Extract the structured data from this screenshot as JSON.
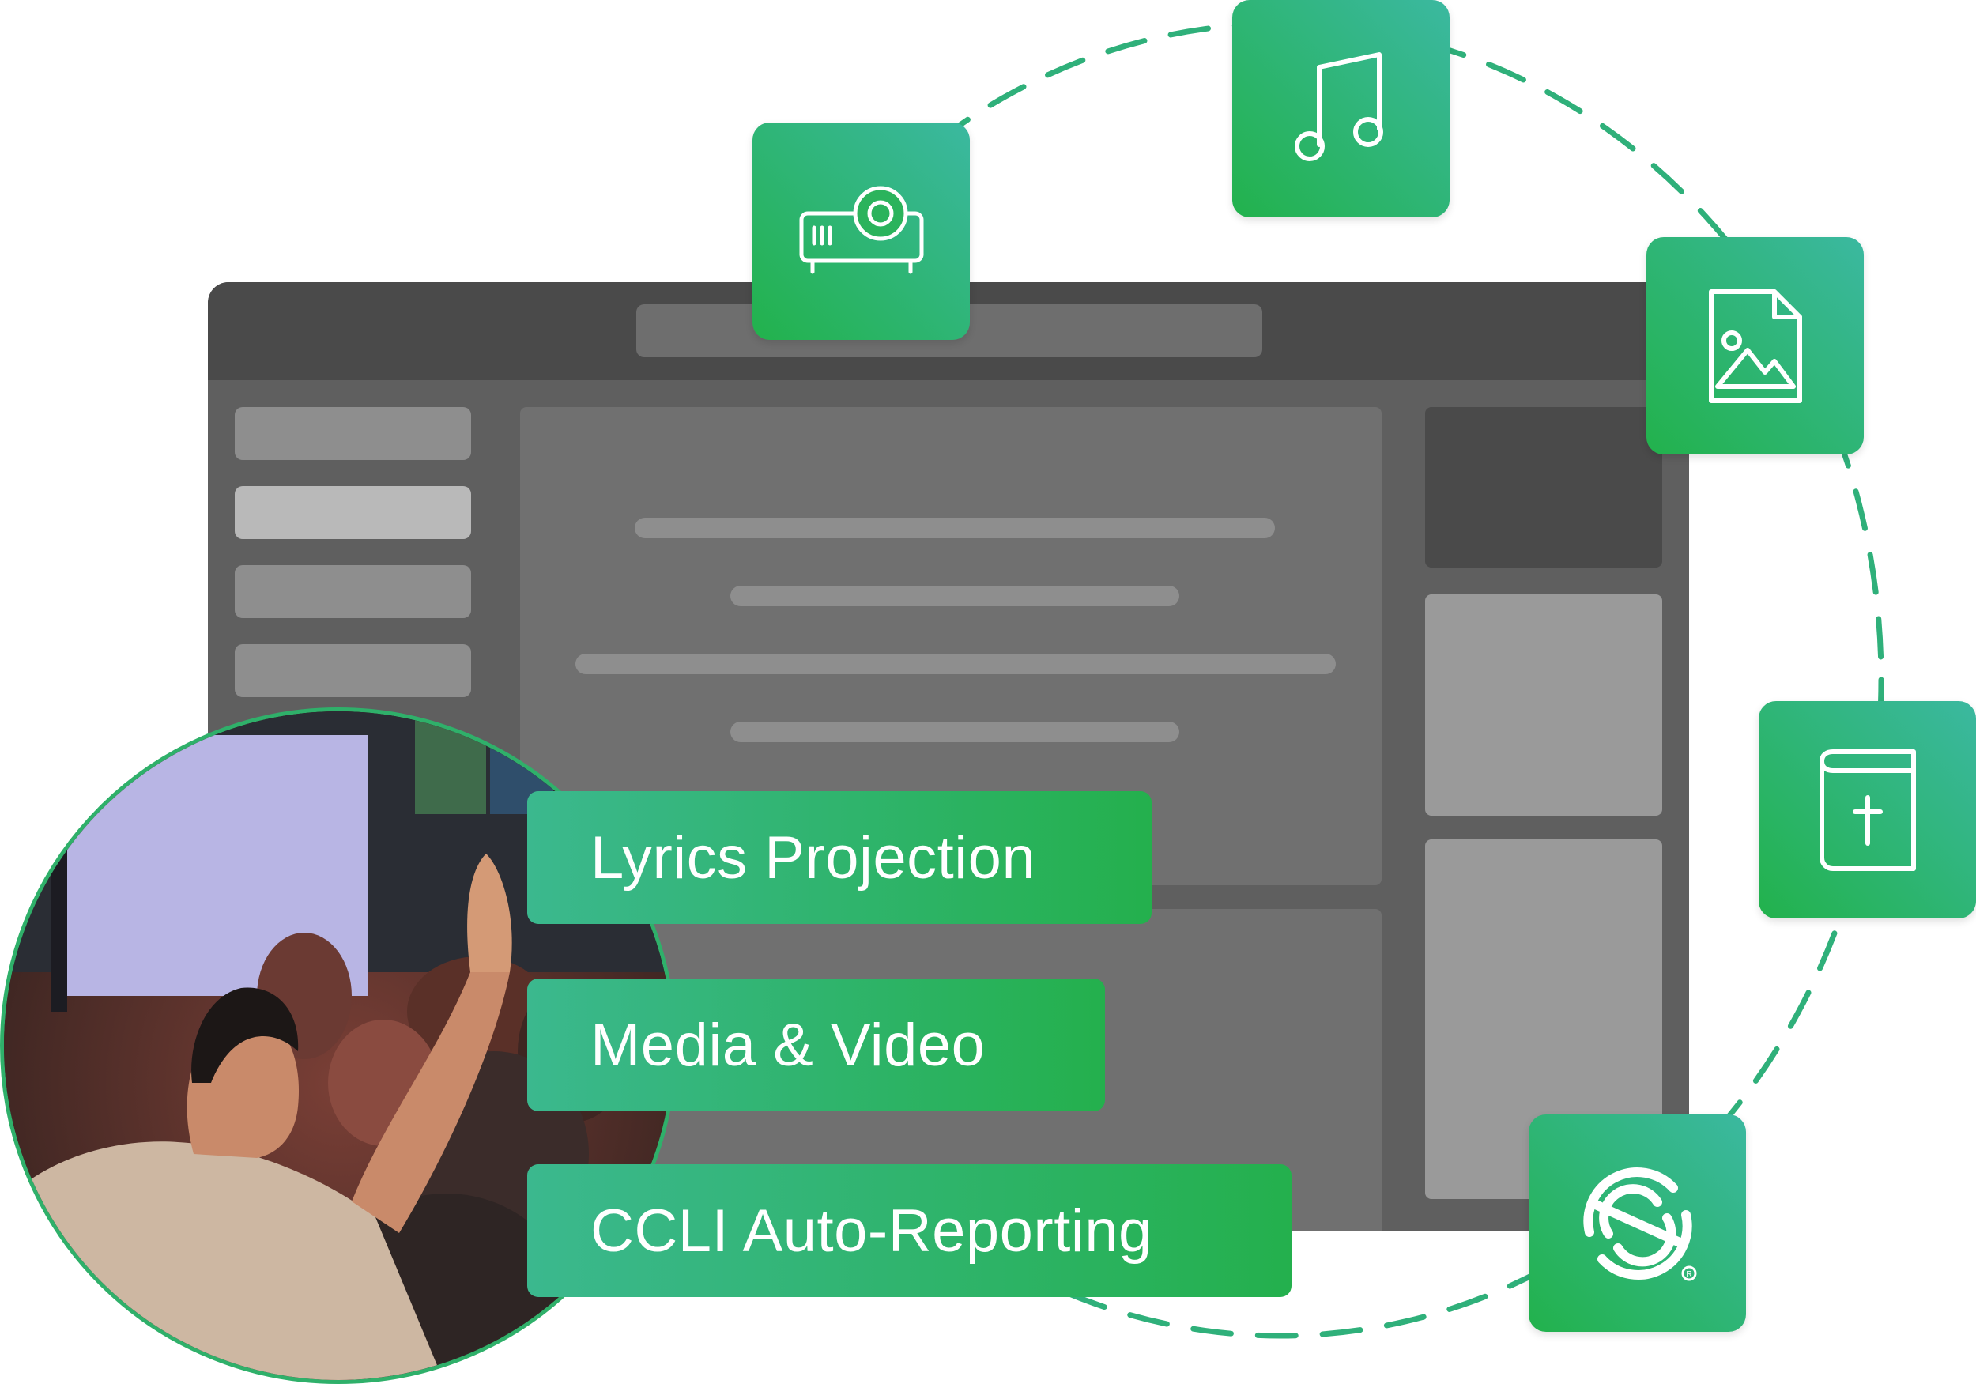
{
  "features": {
    "lyrics_label": "Lyrics Projection",
    "media_label": "Media & Video",
    "ccli_label": "CCLI Auto-Reporting"
  },
  "icons": {
    "projector": "projector-icon",
    "music": "music-note-icon",
    "image_file": "image-file-icon",
    "bible": "bible-icon",
    "ccli": "ccli-logo-icon"
  },
  "colors": {
    "accent_green": "#22b24c",
    "accent_teal": "#3bb8a0",
    "window_dark": "#4a4a4a",
    "window_mid": "#5f5f5f"
  }
}
